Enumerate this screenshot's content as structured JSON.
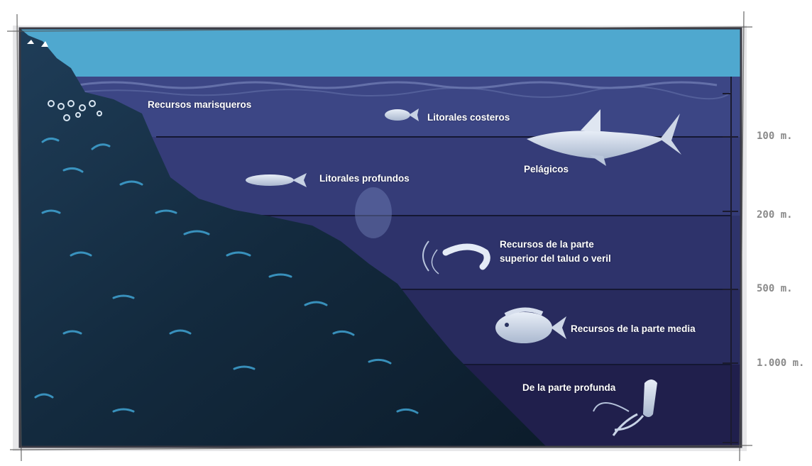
{
  "zones": {
    "marisqueros": "Recursos marisqueros",
    "costeros": "Litorales costeros",
    "profundos": "Litorales profundos",
    "pelagicos": "Pelágicos",
    "talud_line1": "Recursos de la parte",
    "talud_line2": "superior del talud o veril",
    "media": "Recursos de la parte media",
    "profunda": "De la parte profunda"
  },
  "depths": {
    "d100": "100 m.",
    "d200": "200 m.",
    "d500": "500 m.",
    "d1000": "1.000 m."
  },
  "colors": {
    "surface": "#4fa8cf",
    "band1": "#3c4685",
    "band2": "#353c78",
    "band3": "#2e336b",
    "band4": "#282b5e",
    "band5": "#201f4c",
    "rock": "#142b3f",
    "rock_highlight": "#45b3e6"
  }
}
